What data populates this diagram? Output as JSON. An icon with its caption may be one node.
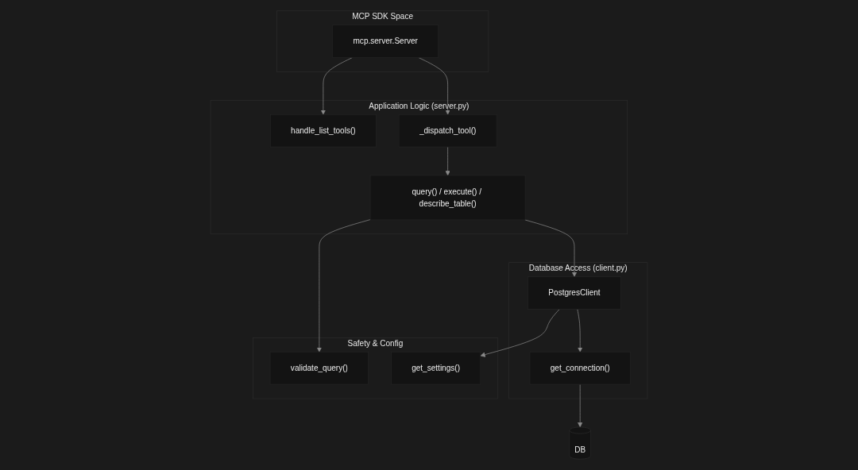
{
  "diagram": {
    "nodes": [
      {
        "text": [
          "MCP SDK Space"
        ]
      },
      {
        "text": [
          "mcp.server.Server"
        ],
        "in": 0
      },
      {
        "text": [
          "Application Logic (server.py)"
        ]
      },
      {
        "text": [
          "handle_list_tools()"
        ],
        "in": 2
      },
      {
        "text": [
          "_dispatch_tool()"
        ],
        "in": 2
      },
      {
        "text": [
          "query() / execute() / describe_table()"
        ],
        "in": 2
      },
      {
        "text": [
          "Database Access (client.py)"
        ]
      },
      {
        "text": [
          "PostgresClient"
        ],
        "in": 6
      },
      {
        "text": [
          "get_connection()"
        ],
        "in": 6
      },
      {
        "text": [
          "Safety & Config"
        ]
      },
      {
        "text": [
          "validate_query()"
        ],
        "in": 9
      },
      {
        "text": [
          "get_settings()"
        ],
        "in": 9
      },
      {
        "text": [
          "DB"
        ]
      }
    ],
    "edges": [
      {
        "from": 1,
        "to": 3,
        "arrow": "to"
      },
      {
        "from": 1,
        "to": 4,
        "arrow": "to"
      },
      {
        "from": 4,
        "to": 5,
        "arrow": "to"
      },
      {
        "from": 5,
        "to": 10,
        "arrow": "to"
      },
      {
        "from": 5,
        "to": 7,
        "arrow": "to"
      },
      {
        "from": 7,
        "to": 11,
        "arrow": "to"
      },
      {
        "from": 7,
        "to": 8,
        "arrow": "to"
      },
      {
        "from": 8,
        "to": 12,
        "arrow": "to"
      }
    ]
  }
}
